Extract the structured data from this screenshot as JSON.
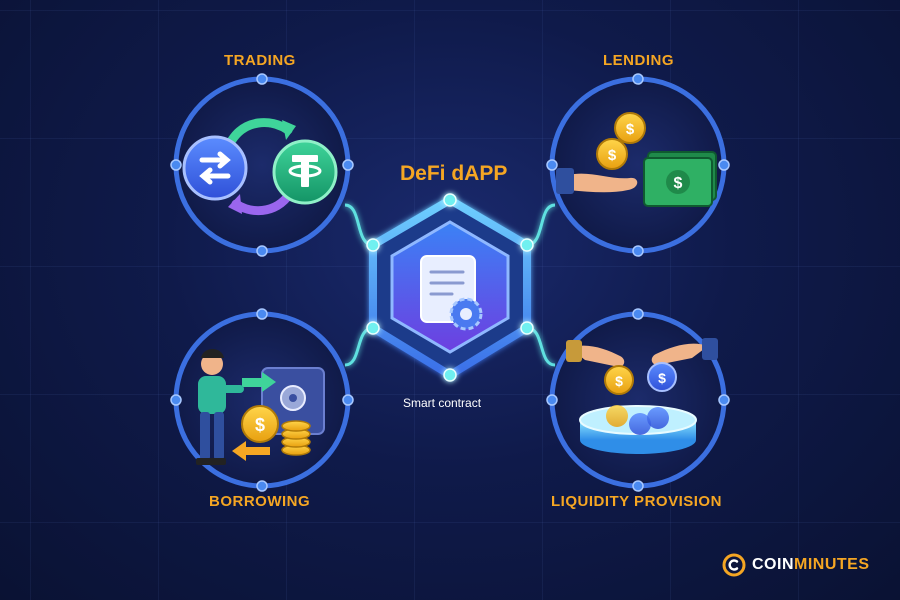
{
  "diagram": {
    "title": "DeFi dAPP",
    "center_caption": "Smart contract",
    "nodes": {
      "trading": "TRADING",
      "lending": "LENDING",
      "borrowing": "BORROWING",
      "liquidity": "LIQUIDITY PROVISION"
    }
  },
  "brand": {
    "part1": "COIN",
    "part2": "MINUTES"
  },
  "colors": {
    "accent": "#f5a623",
    "ring": "#3b6fe0",
    "background": "#0f1a4a",
    "connector": "#5fe0e0"
  },
  "icons": {
    "trading": "swap-arrows-tether-icon",
    "lending": "hand-coins-cash-icon",
    "borrowing": "person-vault-coins-icon",
    "liquidity": "hands-coins-pool-icon",
    "center": "document-gear-icon",
    "brand": "coinminutes-logo-icon"
  }
}
